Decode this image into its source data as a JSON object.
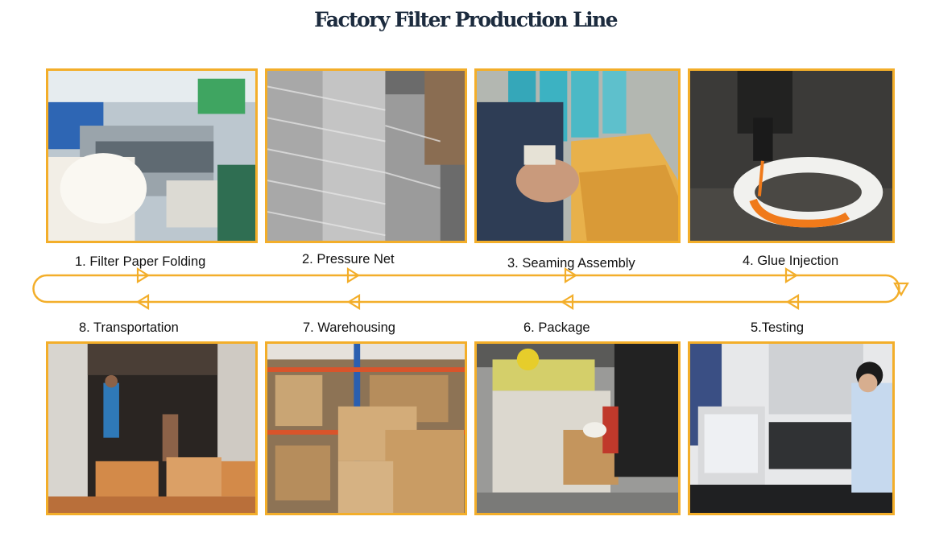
{
  "title": "Factory Filter Production Line",
  "accent_color": "#f3ae2a",
  "steps": [
    {
      "label": "1. Filter Paper Folding",
      "photo": "filter-paper-folding-machine"
    },
    {
      "label": "2. Pressure Net",
      "photo": "pressure-net-cylinders"
    },
    {
      "label": "3. Seaming Assembly",
      "photo": "seaming-assembly-glue-gun"
    },
    {
      "label": "4. Glue Injection",
      "photo": "glue-injection-mold"
    },
    {
      "label": "5.Testing",
      "photo": "testing-station-operator"
    },
    {
      "label": "6. Package",
      "photo": "packaging-tape-machine"
    },
    {
      "label": "7. Warehousing",
      "photo": "warehouse-shelves-boxes"
    },
    {
      "label": "8. Transportation",
      "photo": "container-loading-boxes"
    }
  ]
}
